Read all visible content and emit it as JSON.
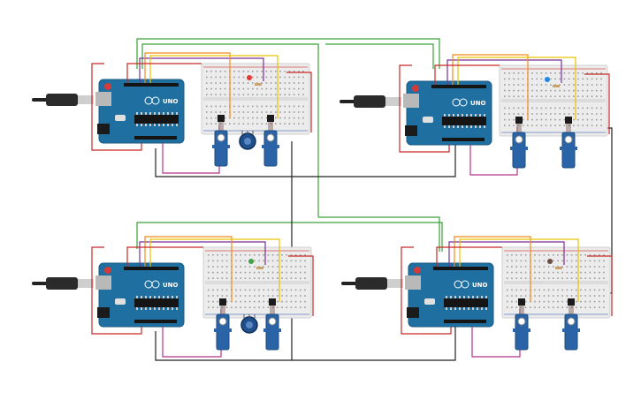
{
  "diagram": {
    "board_label": "UNO",
    "units": [
      {
        "id": "unit-top-left",
        "has_potentiometer": true,
        "led_color": "#e53935"
      },
      {
        "id": "unit-top-right",
        "has_potentiometer": false,
        "led_color": "#1e88e5"
      },
      {
        "id": "unit-bottom-left",
        "has_potentiometer": true,
        "led_color": "#43a047"
      },
      {
        "id": "unit-bottom-right",
        "has_potentiometer": false,
        "led_color": "#6d4c41"
      }
    ],
    "colors": {
      "board": "#1f6fa0",
      "board_dark": "#195a85",
      "breadboard": "#ececec",
      "breadboard_rail_red": "#d9534f",
      "breadboard_rail_blue": "#5b7fbf",
      "servo": "#2a64a6",
      "wire_green": "#3aa23a",
      "wire_red": "#c62828",
      "wire_black": "#222222",
      "wire_purple": "#7b2f9a",
      "wire_orange": "#ef8a1a",
      "wire_yellow": "#e9c200",
      "wire_magenta": "#b5338a",
      "usb_metal": "#cfcfcf",
      "cable": "#222222"
    }
  }
}
